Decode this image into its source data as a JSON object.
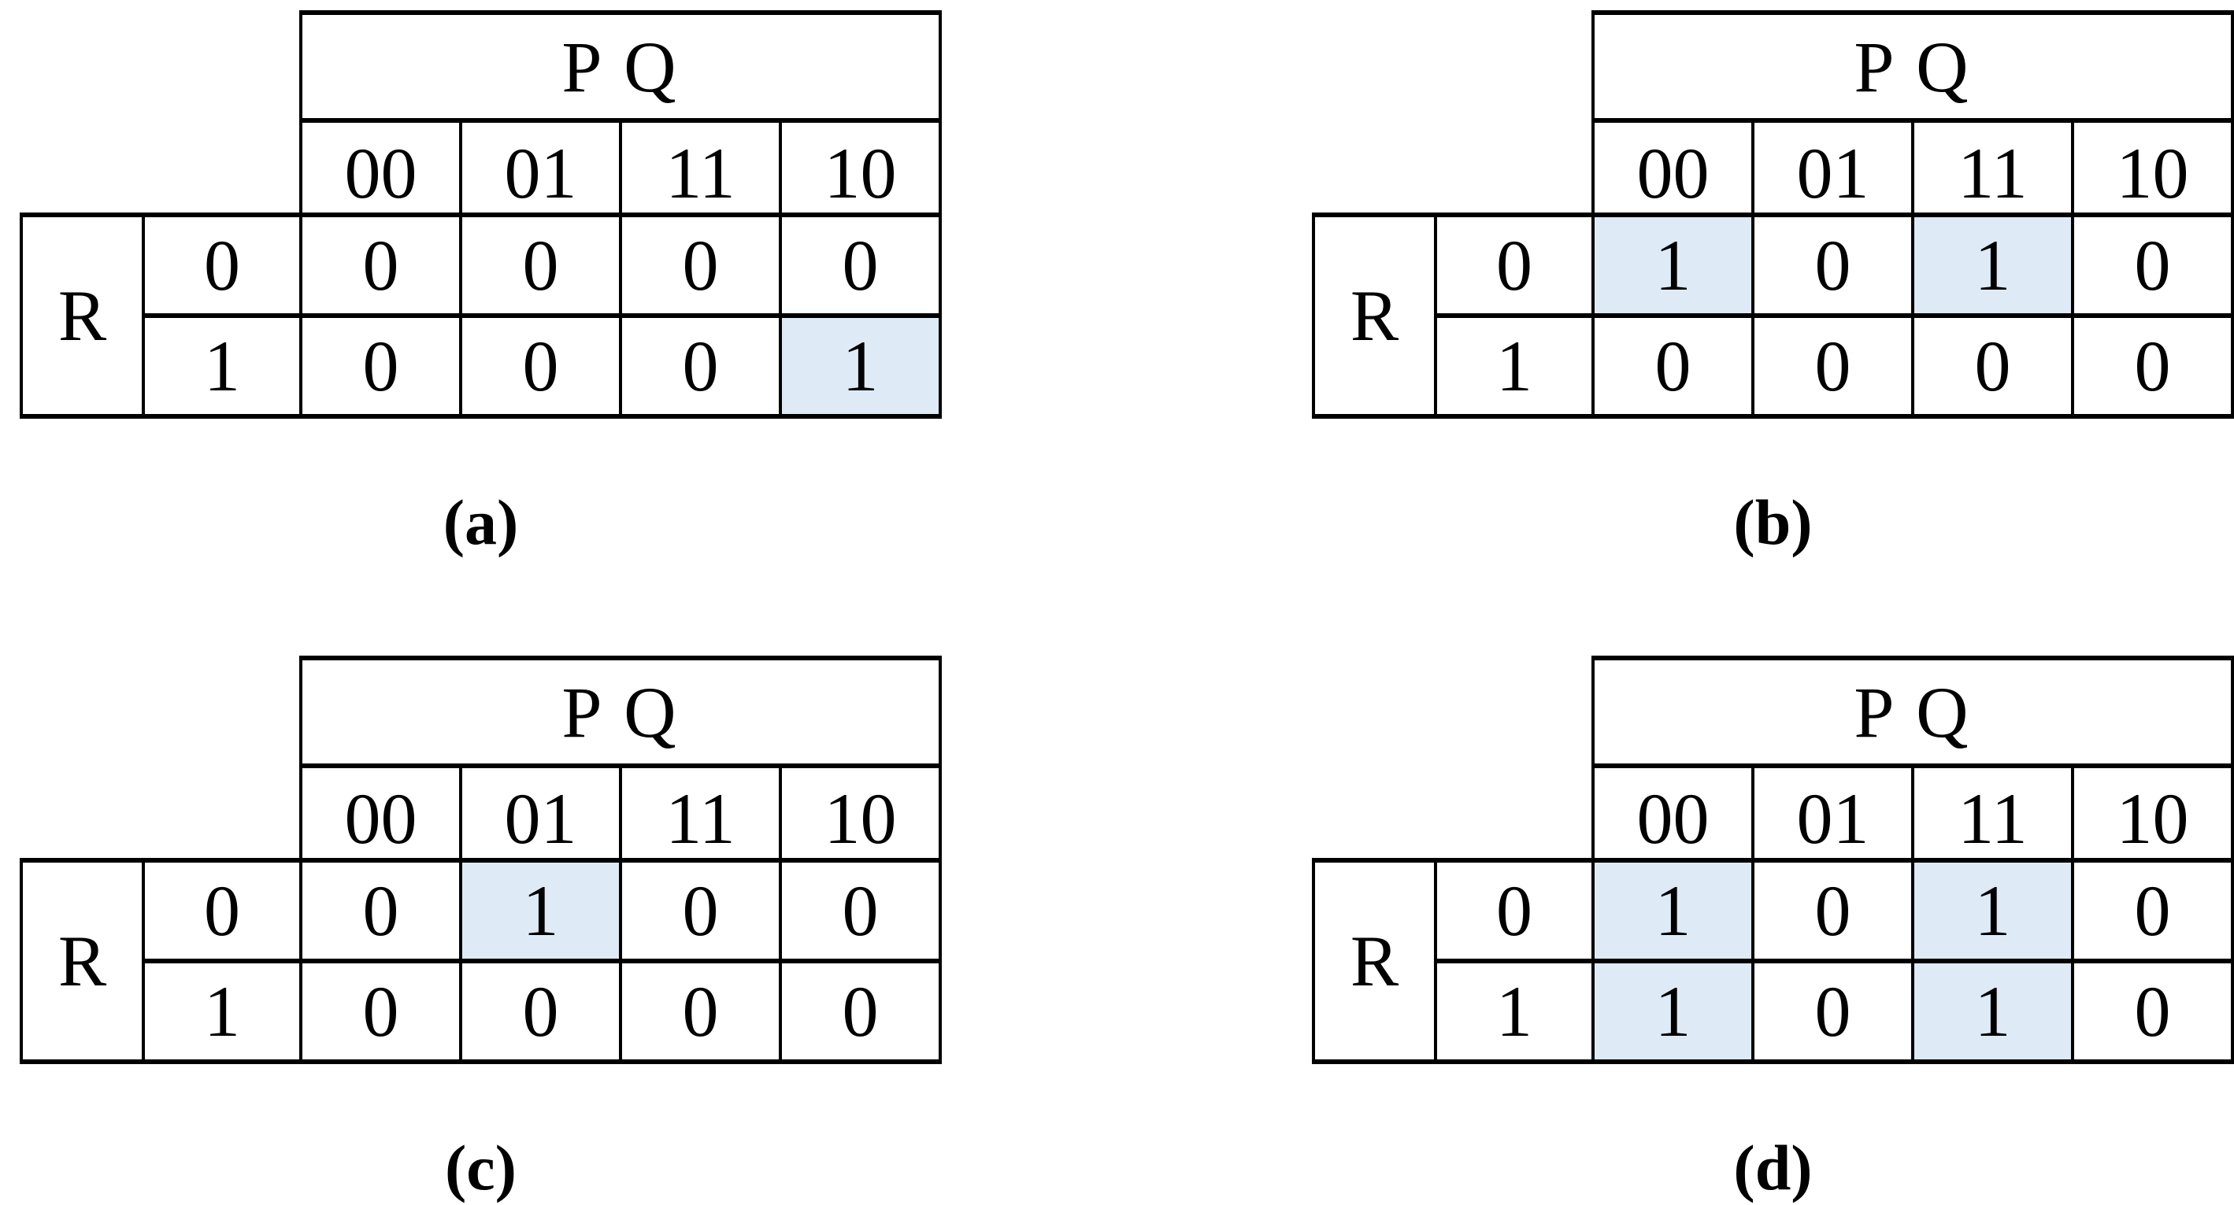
{
  "colors": {
    "header_fill": "#fbe2d5",
    "highlight_fill": "#deeaf6",
    "border_color": "#000000",
    "background": "#ffffff"
  },
  "kmaps": [
    {
      "id": "a",
      "caption": "(a)",
      "col_group_label": "P Q",
      "row_group_label": "R",
      "col_headers": [
        "00",
        "01",
        "11",
        "10"
      ],
      "row_headers": [
        "0",
        "1"
      ],
      "rows": [
        {
          "values": [
            "0",
            "0",
            "0",
            "0"
          ],
          "highlighted": [
            false,
            false,
            false,
            false
          ]
        },
        {
          "values": [
            "0",
            "0",
            "0",
            "1"
          ],
          "highlighted": [
            false,
            false,
            false,
            true
          ]
        }
      ]
    },
    {
      "id": "b",
      "caption": "(b)",
      "col_group_label": "P Q",
      "row_group_label": "R",
      "col_headers": [
        "00",
        "01",
        "11",
        "10"
      ],
      "row_headers": [
        "0",
        "1"
      ],
      "rows": [
        {
          "values": [
            "1",
            "0",
            "1",
            "0"
          ],
          "highlighted": [
            true,
            false,
            true,
            false
          ]
        },
        {
          "values": [
            "0",
            "0",
            "0",
            "0"
          ],
          "highlighted": [
            false,
            false,
            false,
            false
          ]
        }
      ]
    },
    {
      "id": "c",
      "caption": "(c)",
      "col_group_label": "P Q",
      "row_group_label": "R",
      "col_headers": [
        "00",
        "01",
        "11",
        "10"
      ],
      "row_headers": [
        "0",
        "1"
      ],
      "rows": [
        {
          "values": [
            "0",
            "1",
            "0",
            "0"
          ],
          "highlighted": [
            false,
            true,
            false,
            false
          ]
        },
        {
          "values": [
            "0",
            "0",
            "0",
            "0"
          ],
          "highlighted": [
            false,
            false,
            false,
            false
          ]
        }
      ]
    },
    {
      "id": "d",
      "caption": "(d)",
      "col_group_label": "P Q",
      "row_group_label": "R",
      "col_headers": [
        "00",
        "01",
        "11",
        "10"
      ],
      "row_headers": [
        "0",
        "1"
      ],
      "rows": [
        {
          "values": [
            "1",
            "0",
            "1",
            "0"
          ],
          "highlighted": [
            true,
            false,
            true,
            false
          ]
        },
        {
          "values": [
            "1",
            "0",
            "1",
            "0"
          ],
          "highlighted": [
            true,
            false,
            true,
            false
          ]
        }
      ]
    }
  ]
}
